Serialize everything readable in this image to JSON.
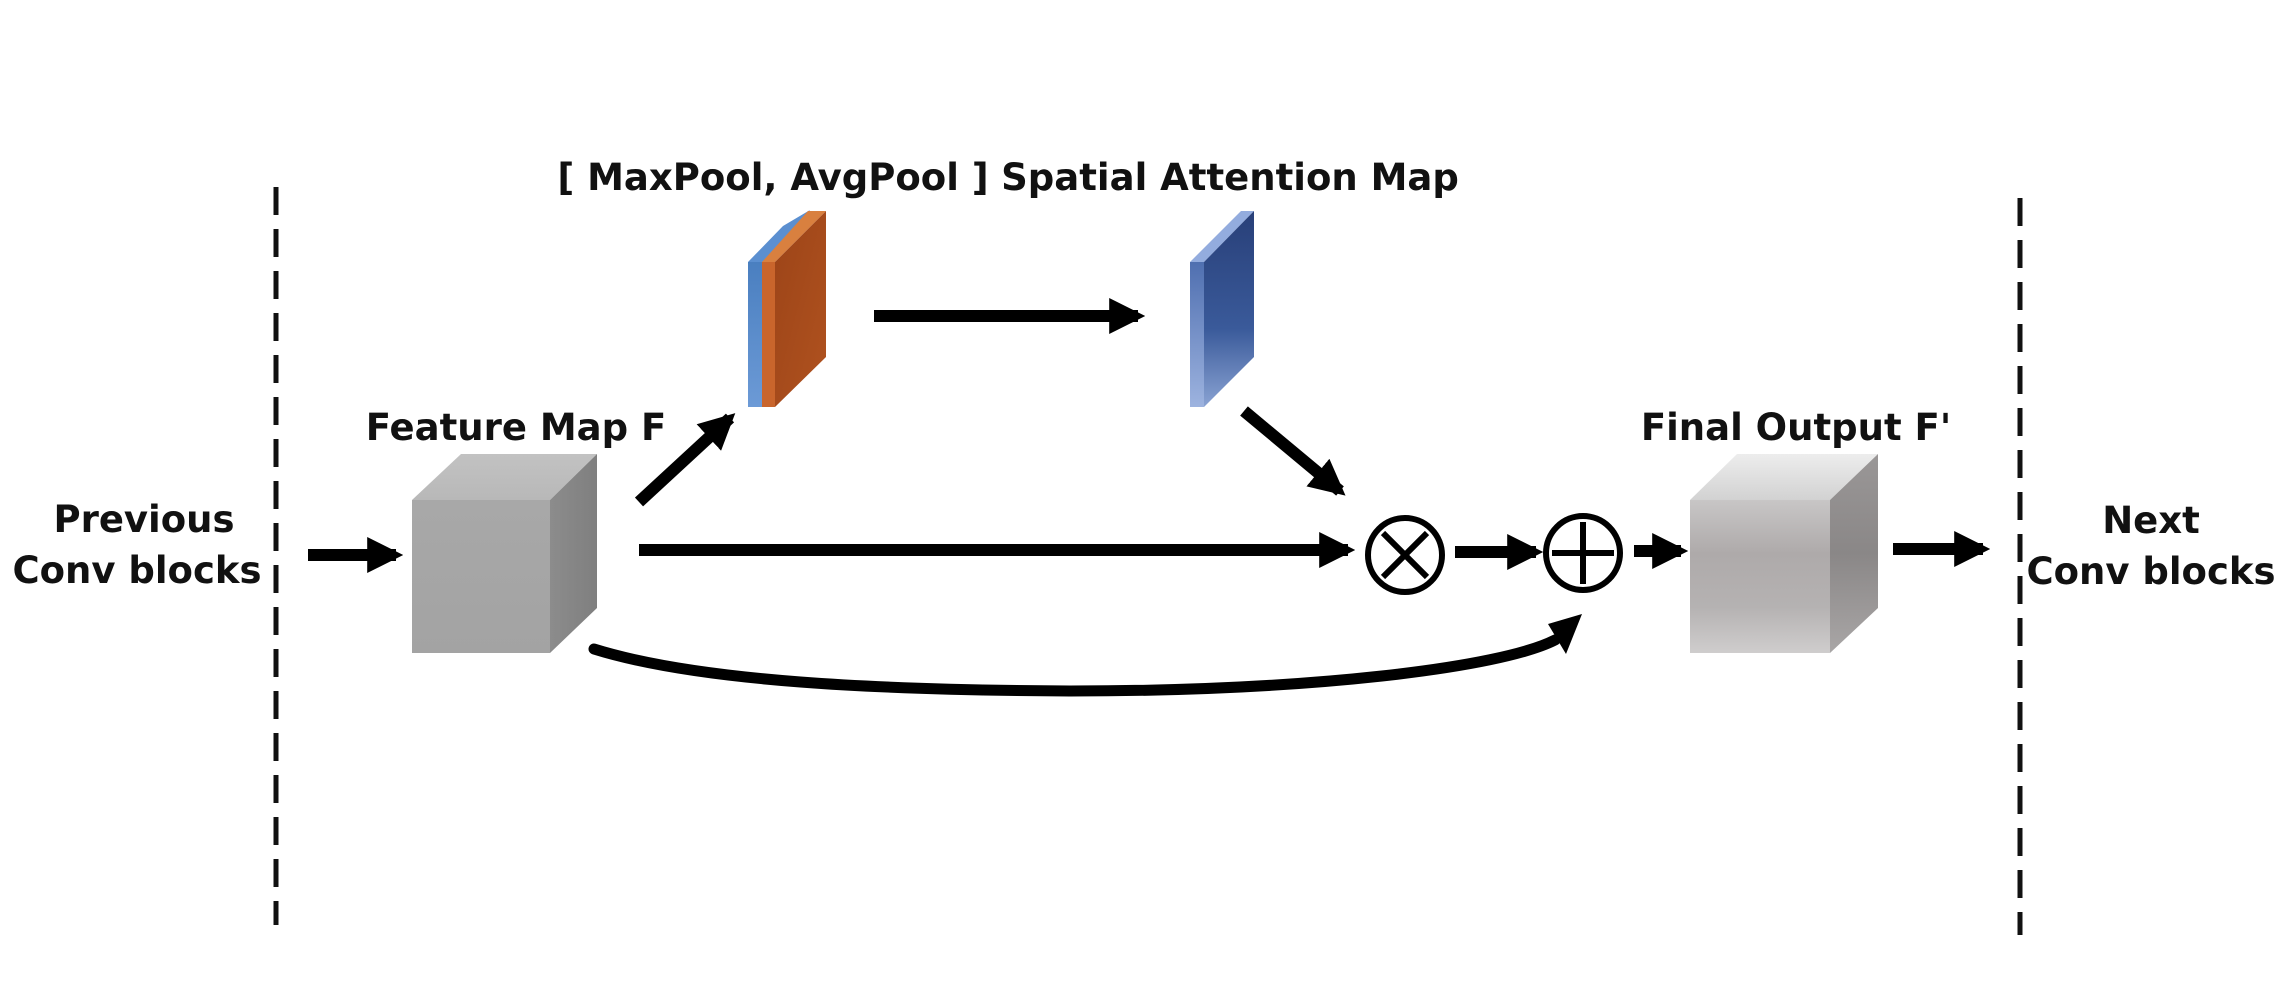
{
  "labels": {
    "previous_line1": "Previous",
    "previous_line2": "Conv blocks",
    "feature_map": "Feature Map F",
    "pooling": "[ MaxPool, AvgPool ]",
    "spatial_attention": "Spatial Attention Map",
    "final_output": "Final Output F'",
    "next_line1": "Next",
    "next_line2": "Conv blocks"
  },
  "operators": {
    "multiply": "element-wise multiplication",
    "add": "element-wise addition"
  },
  "colors": {
    "feature_cube": "#a6a6a6",
    "maxpool_slab": "#5b8fd0",
    "avgpool_slab": "#a14a1c",
    "attention_map": "#2f4f8f",
    "output_cube": "#b3b0b0"
  }
}
